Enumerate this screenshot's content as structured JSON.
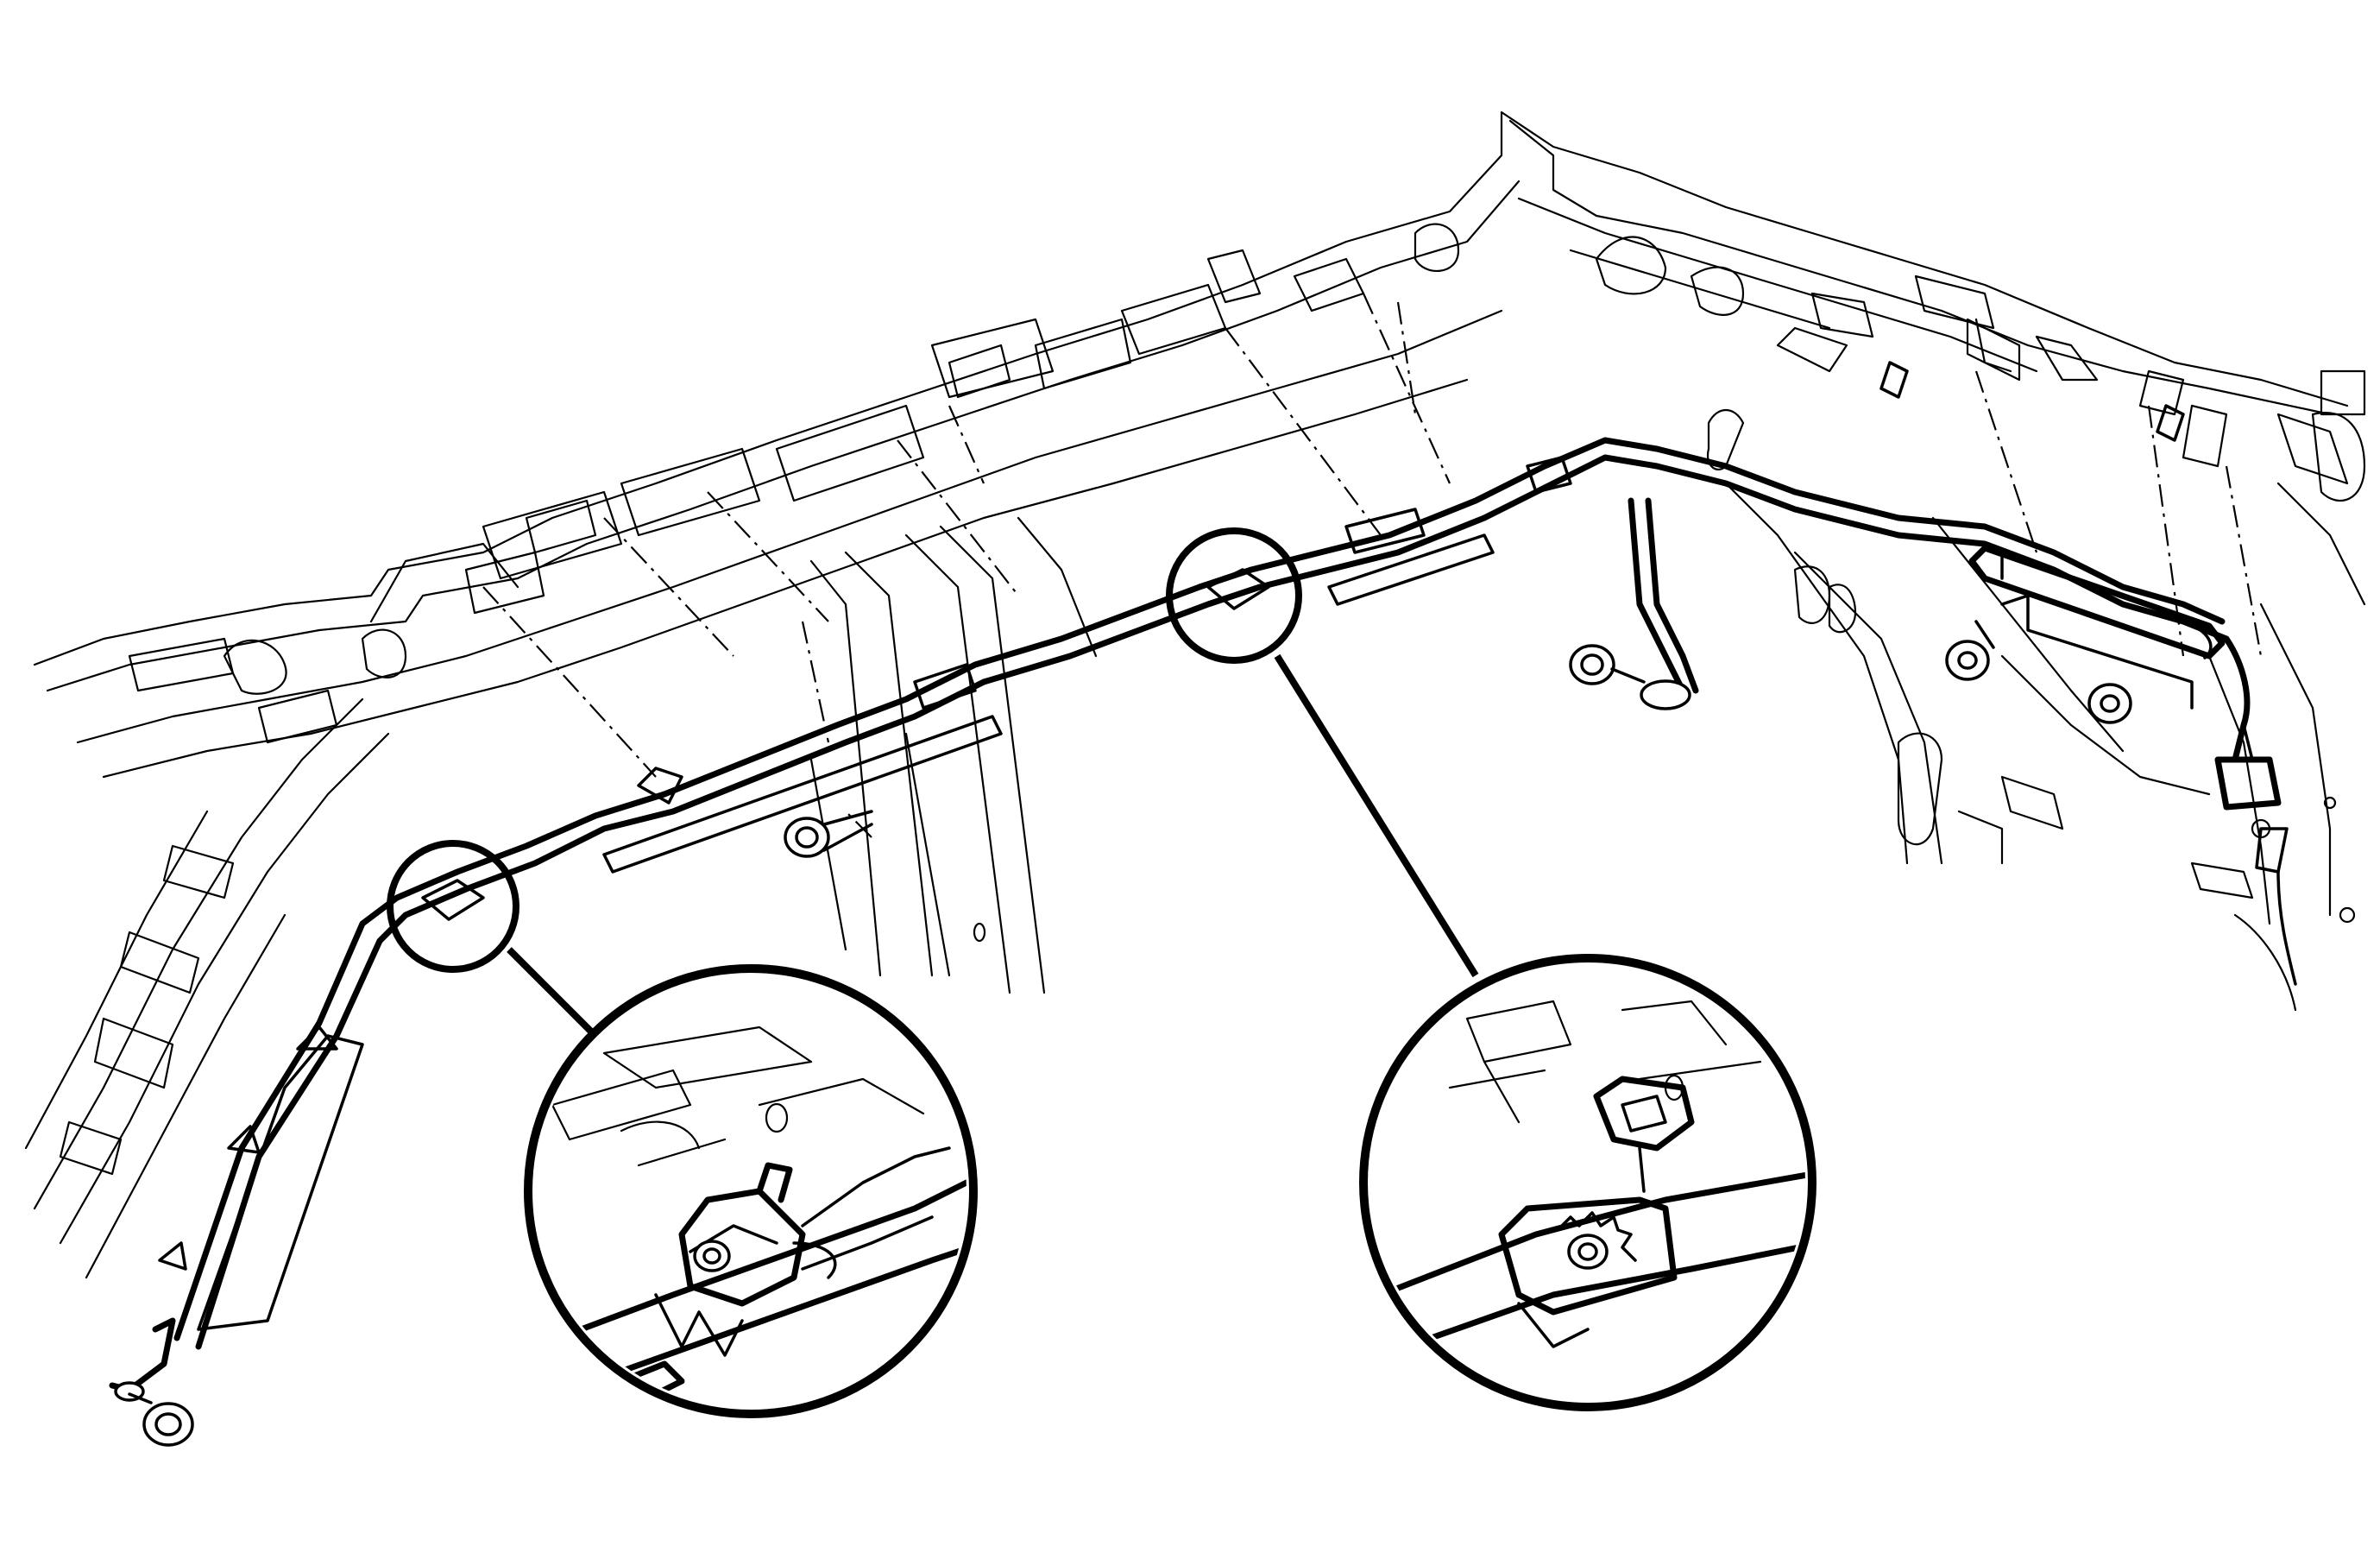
{
  "diagram": {
    "type": "technical-line-drawing",
    "depicted_parts": [
      "roof-side-rail-body-structure",
      "curtain-airbag-module",
      "inflator-cylinder",
      "mounting-tabs",
      "mounting-bolts",
      "mounting-nuts",
      "tether-bracket",
      "wiring-connector",
      "retainer-clip-detail",
      "tab-clip-detail"
    ],
    "detail_views": [
      {
        "id": "clip-detail",
        "icon": "magnify-circle-icon"
      },
      {
        "id": "tab-detail",
        "icon": "magnify-circle-icon"
      }
    ],
    "colors": {
      "line": "#000000",
      "background": "#ffffff"
    }
  }
}
